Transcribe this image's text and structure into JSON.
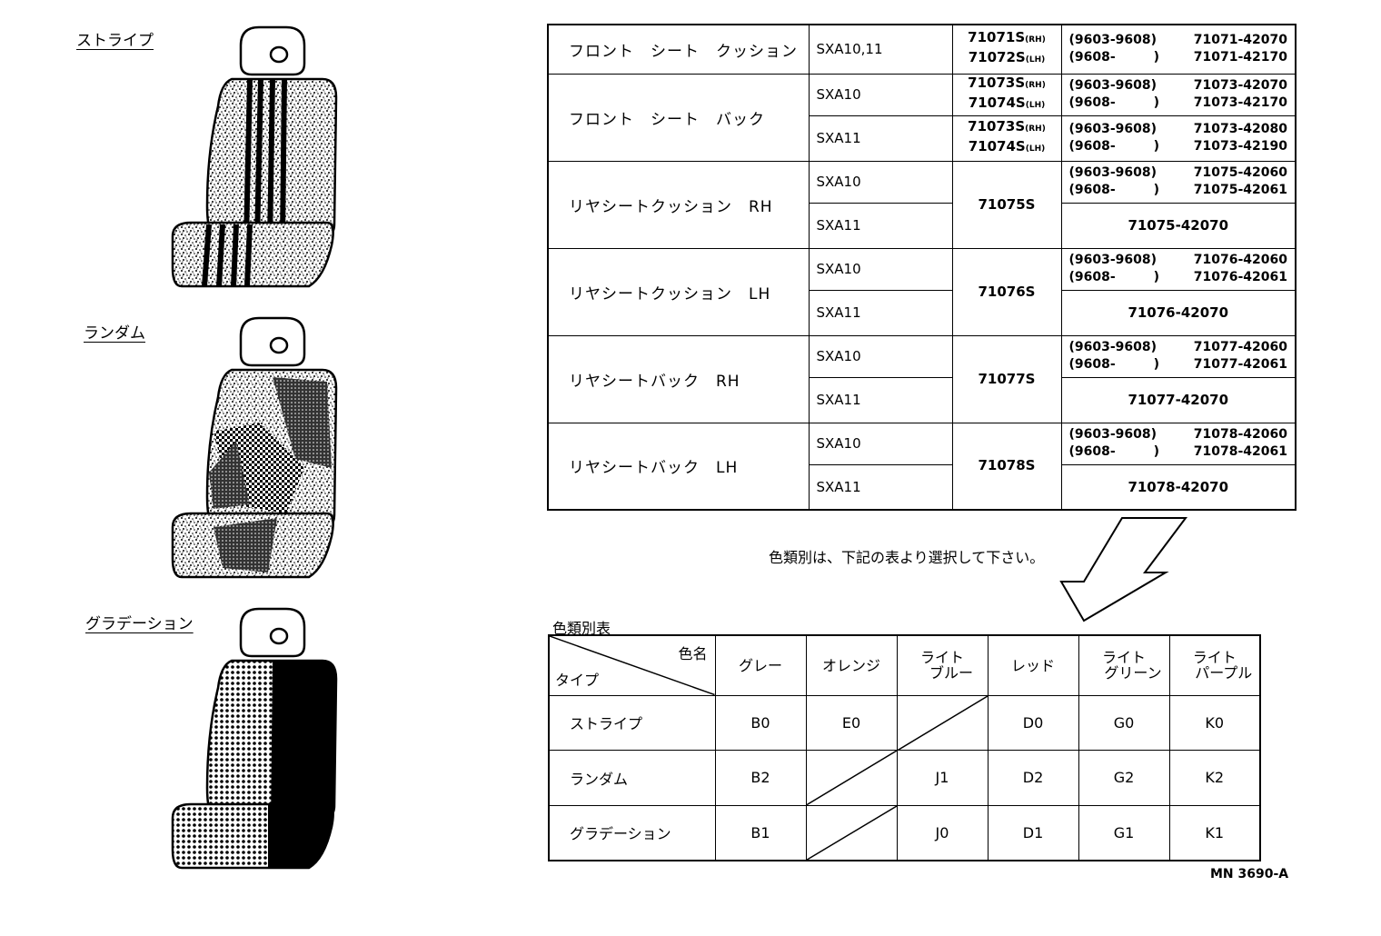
{
  "seat_styles": [
    {
      "label": "ストライプ"
    },
    {
      "label": "ランダム"
    },
    {
      "label": "グラデーション"
    }
  ],
  "parts": [
    {
      "name": "フロント　シート　クッション",
      "rows": [
        {
          "model": "SXA10,11",
          "base": [
            {
              "num": "71071S",
              "side": "(RH)"
            },
            {
              "num": "71072S",
              "side": "(LH)"
            }
          ],
          "numbers": [
            {
              "range": "(9603-9608)",
              "part": "71071-42070"
            },
            {
              "range": "(9608-　　　)",
              "part": "71071-42170"
            }
          ]
        }
      ]
    },
    {
      "name": "フロント　シート　バック",
      "rows": [
        {
          "model": "SXA10",
          "base": [
            {
              "num": "71073S",
              "side": "(RH)"
            },
            {
              "num": "71074S",
              "side": "(LH)"
            }
          ],
          "numbers": [
            {
              "range": "(9603-9608)",
              "part": "71073-42070"
            },
            {
              "range": "(9608-　　　)",
              "part": "71073-42170"
            }
          ]
        },
        {
          "model": "SXA11",
          "base": [
            {
              "num": "71073S",
              "side": "(RH)"
            },
            {
              "num": "71074S",
              "side": "(LH)"
            }
          ],
          "numbers": [
            {
              "range": "(9603-9608)",
              "part": "71073-42080"
            },
            {
              "range": "(9608-　　　)",
              "part": "71073-42190"
            }
          ]
        }
      ]
    },
    {
      "name": "リヤシートクッション　RH",
      "base": "71075S",
      "rows": [
        {
          "model": "SXA10",
          "numbers": [
            {
              "range": "(9603-9608)",
              "part": "71075-42060"
            },
            {
              "range": "(9608-　　　)",
              "part": "71075-42061"
            }
          ]
        },
        {
          "model": "SXA11",
          "single": "71075-42070"
        }
      ]
    },
    {
      "name": "リヤシートクッション　LH",
      "base": "71076S",
      "rows": [
        {
          "model": "SXA10",
          "numbers": [
            {
              "range": "(9603-9608)",
              "part": "71076-42060"
            },
            {
              "range": "(9608-　　　)",
              "part": "71076-42061"
            }
          ]
        },
        {
          "model": "SXA11",
          "single": "71076-42070"
        }
      ]
    },
    {
      "name": "リヤシートバック　RH",
      "base": "71077S",
      "rows": [
        {
          "model": "SXA10",
          "numbers": [
            {
              "range": "(9603-9608)",
              "part": "71077-42060"
            },
            {
              "range": "(9608-　　　)",
              "part": "71077-42061"
            }
          ]
        },
        {
          "model": "SXA11",
          "single": "71077-42070"
        }
      ]
    },
    {
      "name": "リヤシートバック　LH",
      "base": "71078S",
      "rows": [
        {
          "model": "SXA10",
          "numbers": [
            {
              "range": "(9603-9608)",
              "part": "71078-42060"
            },
            {
              "range": "(9608-　　　)",
              "part": "71078-42061"
            }
          ]
        },
        {
          "model": "SXA11",
          "single": "71078-42070"
        }
      ]
    }
  ],
  "note": "色類別は、下記の表より選択して下さい。",
  "color_table": {
    "title": "色類別表",
    "corner_color": "色名",
    "corner_type": "タイプ",
    "colors": [
      {
        "l1": "グレー",
        "l2": ""
      },
      {
        "l1": "オレンジ",
        "l2": ""
      },
      {
        "l1": "ライト",
        "l2": "ブルー"
      },
      {
        "l1": "レッド",
        "l2": ""
      },
      {
        "l1": "ライト",
        "l2": "グリーン"
      },
      {
        "l1": "ライト",
        "l2": "パープル"
      }
    ],
    "rows": [
      {
        "type": "ストライプ",
        "codes": [
          "B0",
          "E0",
          "",
          "D0",
          "G0",
          "K0"
        ]
      },
      {
        "type": "ランダム",
        "codes": [
          "B2",
          "",
          "J1",
          "D2",
          "G2",
          "K2"
        ]
      },
      {
        "type": "グラデーション",
        "codes": [
          "B1",
          "",
          "J0",
          "D1",
          "G1",
          "K1"
        ]
      }
    ]
  },
  "doc_code": "MN 3690-A"
}
